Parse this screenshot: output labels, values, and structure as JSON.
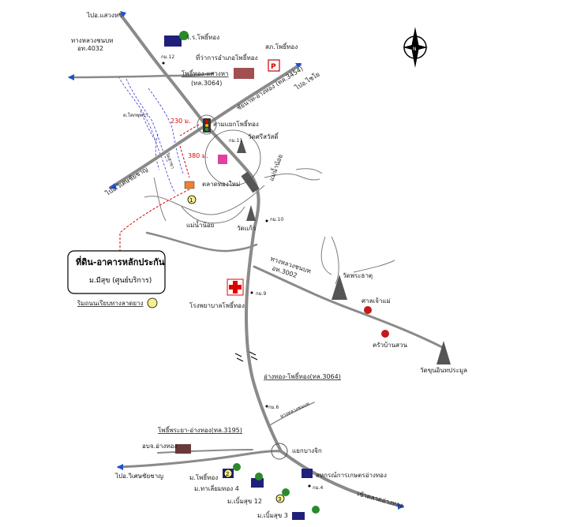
{
  "labels": {
    "to_saengha": "ไปอ.แสวงหา",
    "hwy_label_1": "ทางหลวงชนบท",
    "hwy_label_1_code": "อท.4032",
    "school_photong": "ร.ร.โพธิ์ทอง",
    "district_office": "ที่ว่าการอำเภอโพธิ์ทอง",
    "police": "สภ.โพธิ์ทอง",
    "road_photong_saengha": "โพธิ์ทอง-แสวงหา",
    "road_photong_saengha_code": "(ทล.3064)",
    "km12": "กม.12",
    "road_chaiyo": "ชัยนาท-อ่างทอง (ทล.3454)",
    "to_chaiyo": "ไปอ.ไชโย",
    "to_wisetchaichan": "ไปอ.วิเศษชัยชาญ",
    "dist_230": "230 ม.",
    "dist_380": "380 ม.",
    "market_pho": "สามแยกโพธิ์ทอง",
    "temp_kk": "ต.โคกพุทรา",
    "wat_1": "วัดศรีสวัสดิ์",
    "km11": "กม.11",
    "chao_phraya": "แม่น้ำน้อย",
    "market_new": "ตลาดทองใหม่",
    "temple_label": "วัดสาขา",
    "canal_noi": "แม่น้ำน้อย",
    "wat_khaeo": "วัดแก้ว",
    "km10": "กม.10",
    "box_title": "ที่ดิน-อาคารหลักประกัน",
    "box_sub": "ม.มีสุข (ศูนย์บริการ)",
    "legend_text": "ริมถนนเรียบทางลาดยาง",
    "hospital": "โรงพยาบาลโพธิ์ทอง",
    "km9": "กม.9",
    "road_wat_label": "ทางหลวงชนบท",
    "road_wat_code": "อท.3002",
    "wat_phra": "วัดพระธาตุ",
    "shrine_1": "ศาลเจ้าแม่",
    "shrine_2": "ครัวบ้านสวน",
    "wat_right": "วัดขุนอินทประมูล",
    "road_angthong_photong": "อ่างทอง-โพธิ์ทอง(ทล.3064)",
    "km6": "กม.6",
    "road_diag": "ทางหลวงชนบท",
    "road_photong_angthong_2": "โพธิ์พระยา-อ่างทอง(ทล.3195)",
    "school_angthong": "อบจ.อ่างทอง",
    "junction": "แยกบางจิก",
    "to_wiset": "ไปอ.วิเศษชัยชาญ",
    "moo_phothong": "ม.โพธิ์ทอง",
    "moo_ratchabun": "ม.ทาเลี่ยมทอง 4",
    "bank": "สหกรณ์การเกษตรอ่างทอง",
    "km4": "กม.4",
    "moo_12": "ม.เบิ้มสุข 12",
    "moo_3": "ม.เบิ้มสุข 3",
    "to_angthong": "เข้าตลาดอ่างทอง",
    "n_label": "N",
    "marker_1": "1",
    "marker_2": "2",
    "marker_3": "3"
  },
  "colors": {
    "road": "#8a8a8a",
    "river": "#3a3ad0",
    "arrow": "#2050d0",
    "accent_red": "#e00000",
    "building_blue": "#20207a",
    "tree_green": "#2a8a2a",
    "marker_yellow": "#f4f08a"
  },
  "icons": [
    "north-arrow-icon",
    "traffic-light-icon",
    "temple-icon",
    "hospital-cross-icon",
    "tree-icon",
    "building-icon",
    "marker-circle-icon",
    "restaurant-icon",
    "arrow-left-icon"
  ]
}
